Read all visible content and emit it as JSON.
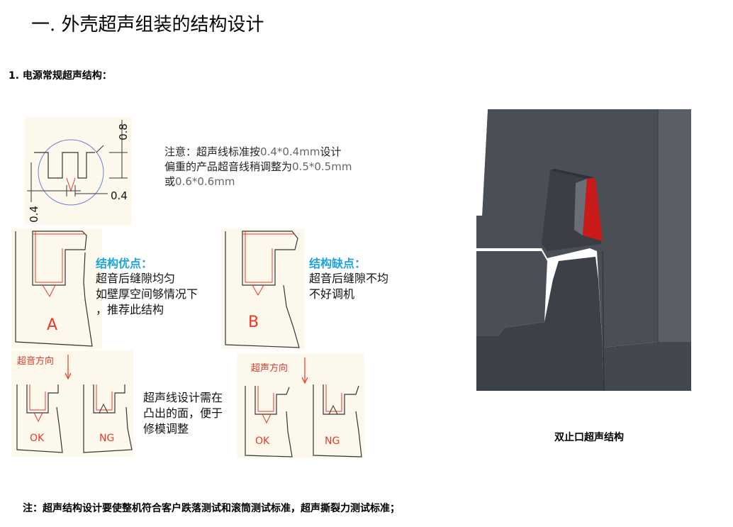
{
  "title": "一. 外壳超声组装的结构设计",
  "subtitle": "1. 电源常规超声结构：",
  "dimension_diagram": {
    "label_top": "0.8",
    "label_right": "0.4",
    "label_left": "0.4"
  },
  "note": {
    "line1_prefix": "注意：超声线标准按",
    "line1_value": "0.4*0.4mm",
    "line1_suffix": "设计",
    "line2_prefix": "偏重的产品超音线稍调整为",
    "line2_value": "0.5*0.5mm",
    "line3_prefix": "或",
    "line3_value": "0.6*0.6mm"
  },
  "structure_a": {
    "label": "A",
    "heading": "结构优点：",
    "line1": "超音后缝隙均匀",
    "line2": "如壁厚空间够情况下",
    "line3": "，推荐此结构"
  },
  "structure_b": {
    "label": "B",
    "heading": "结构缺点：",
    "line1": "超音后缝隙不均",
    "line2": "不好调机"
  },
  "direction_left": {
    "label": "超音方向",
    "ok": "OK",
    "ng": "NG"
  },
  "direction_right": {
    "label": "超声方向",
    "ok": "OK",
    "ng": "NG"
  },
  "design_note": {
    "line1": "超声线设计需在",
    "line2": "凸出的面，便于",
    "line3": "修模调整"
  },
  "render_caption": "双止口超声结构",
  "footer": "注：超声结构设计要使整机符合客户跌落测试和滚筒测试标准，超声撕裂力测试标准；",
  "colors": {
    "accent_blue": "#1aa3e0",
    "accent_red": "#e8382a",
    "panel_bg": "#fdf8ec",
    "render_gray": "#4a4e55"
  }
}
